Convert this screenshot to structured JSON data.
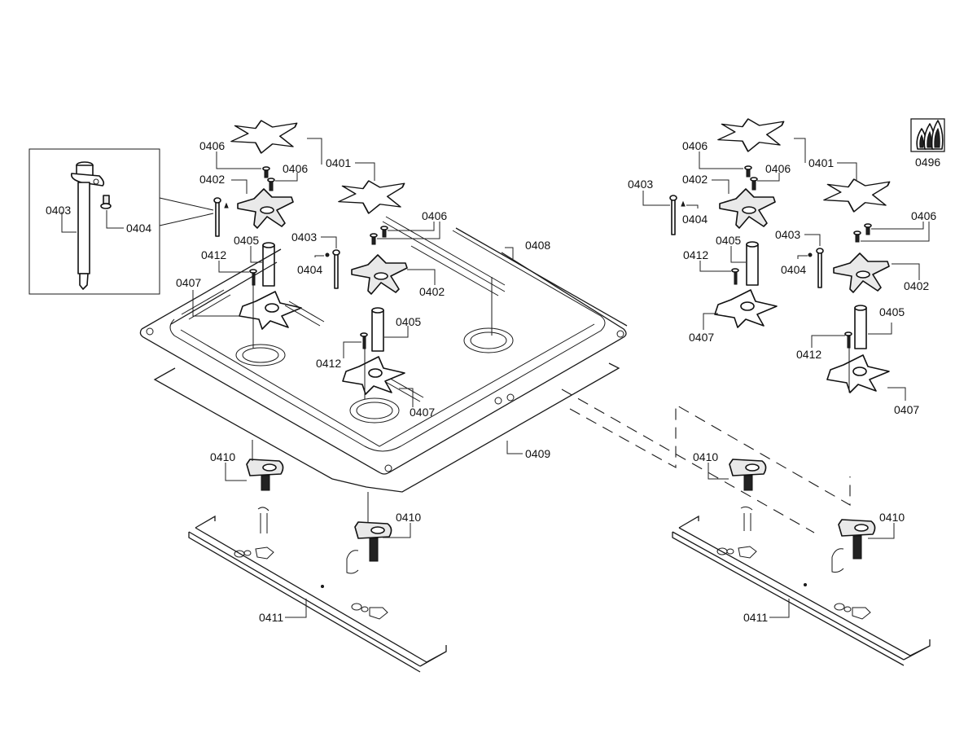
{
  "diagram": {
    "title": "Cooktop burner assembly exploded view",
    "part_numbers": [
      "0401",
      "0402",
      "0403",
      "0404",
      "0405",
      "0406",
      "0407",
      "0408",
      "0409",
      "0410",
      "0411",
      "0412",
      "0496"
    ],
    "labels": {
      "inset_0403": "0403",
      "inset_0404": "0404",
      "L_0406_a": "0406",
      "L_0406_b": "0406",
      "L_0402_a": "0402",
      "L_0401_a": "0401",
      "L_0406_c": "0406",
      "L_0405_a": "0405",
      "L_0403_a": "0403",
      "L_0404_a": "0404",
      "L_0412_a": "0412",
      "L_0402_b": "0402",
      "L_0408": "0408",
      "L_0407_a": "0407",
      "L_0405_b": "0405",
      "L_0412_b": "0412",
      "L_0407_b": "0407",
      "L_0409": "0409",
      "L_0410_a": "0410",
      "L_0410_b": "0410",
      "L_0411_a": "0411",
      "R_0406_a": "0406",
      "R_0406_b": "0406",
      "R_0401": "0401",
      "R_0403_a": "0403",
      "R_0402_a": "0402",
      "R_0404_a": "0404",
      "R_0406_c": "0406",
      "R_0405_a": "0405",
      "R_0403_b": "0403",
      "R_0412_a": "0412",
      "R_0404_b": "0404",
      "R_0402_b": "0402",
      "R_0407_a": "0407",
      "R_0405_b": "0405",
      "R_0412_b": "0412",
      "R_0407_b": "0407",
      "R_0410_a": "0410",
      "R_0410_b": "0410",
      "R_0411": "0411",
      "badge_0496": "0496"
    },
    "icons": {
      "flame_badge": "gas-flame-icon"
    }
  }
}
